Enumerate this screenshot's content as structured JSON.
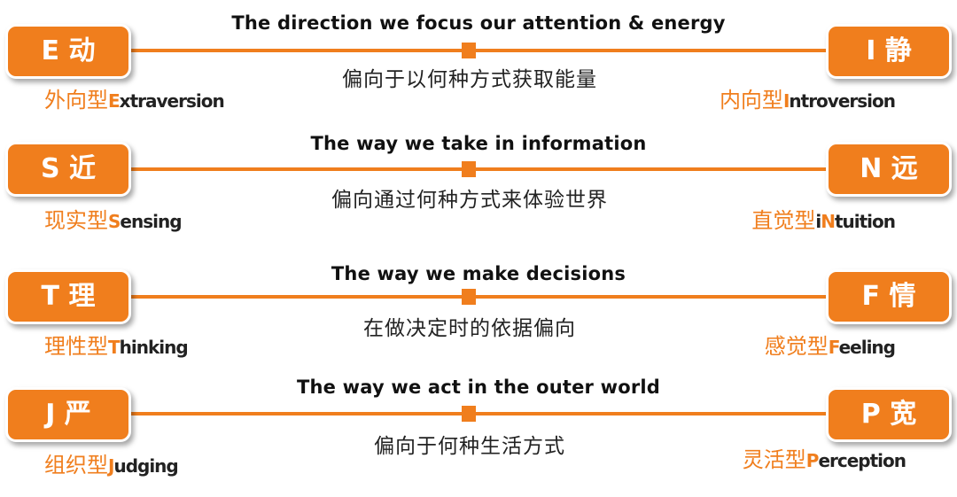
{
  "accent_color": "#f07e1d",
  "dimensions": [
    {
      "left_badge": "E 动",
      "right_badge": "I 静",
      "title_en": "The direction we focus our attention & energy",
      "title_cn": "偏向于以何种方式获取能量",
      "left_type_cn": "外向型",
      "left_type_first": "E",
      "left_type_rest": "xtraversion",
      "right_type_cn": "内向型",
      "right_type_first": "I",
      "right_type_rest": "ntroversion"
    },
    {
      "left_badge": "S 近",
      "right_badge": "N 远",
      "title_en": "The way we take in information",
      "title_cn": "偏向通过何种方式来体验世界",
      "left_type_cn": "现实型",
      "left_type_first": "S",
      "left_type_rest": "ensing",
      "right_type_cn": "直觉型",
      "right_type_first": "i",
      "right_type_mid": "N",
      "right_type_rest": "tuition"
    },
    {
      "left_badge": "T 理",
      "right_badge": "F 情",
      "title_en": "The way we make decisions",
      "title_cn": "在做决定时的依据偏向",
      "left_type_cn": "理性型",
      "left_type_first": "T",
      "left_type_rest": "hinking",
      "right_type_cn": "感觉型",
      "right_type_first": "F",
      "right_type_rest": "eeling"
    },
    {
      "left_badge": "J 严",
      "right_badge": "P 宽",
      "title_en": "The way we act in the outer world",
      "title_cn": "偏向于何种生活方式",
      "left_type_cn": "组织型",
      "left_type_first": "J",
      "left_type_rest": "udging",
      "right_type_cn": "灵活型",
      "right_type_first": "P",
      "right_type_rest": "erception"
    }
  ]
}
